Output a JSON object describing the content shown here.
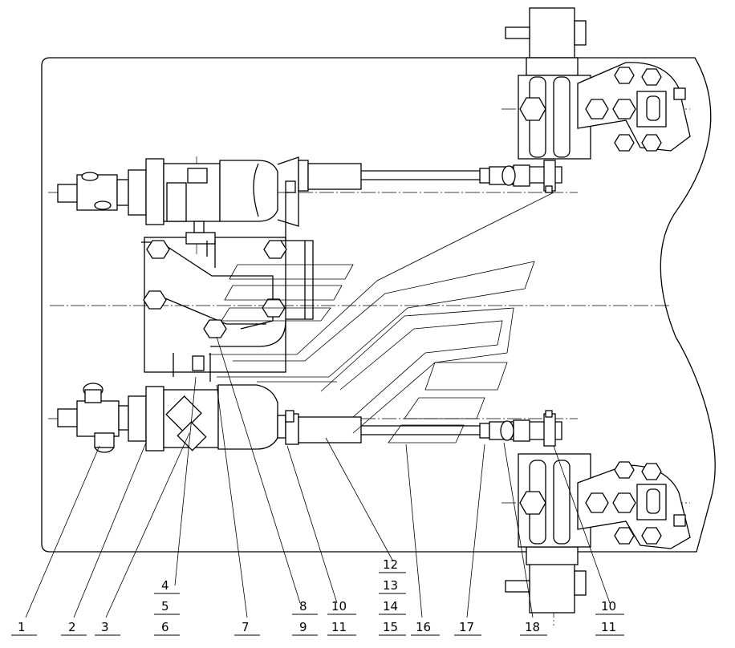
{
  "callouts": {
    "c1": "1",
    "c2": "2",
    "c3": "3",
    "c4": "4",
    "c5": "5",
    "c6": "6",
    "c7": "7",
    "c8": "8",
    "c9": "9",
    "c10a": "10",
    "c11a": "11",
    "c12": "12",
    "c13": "13",
    "c14": "14",
    "c15": "15",
    "c16": "16",
    "c17": "17",
    "c18": "18",
    "c10b": "10",
    "c11b": "11"
  }
}
